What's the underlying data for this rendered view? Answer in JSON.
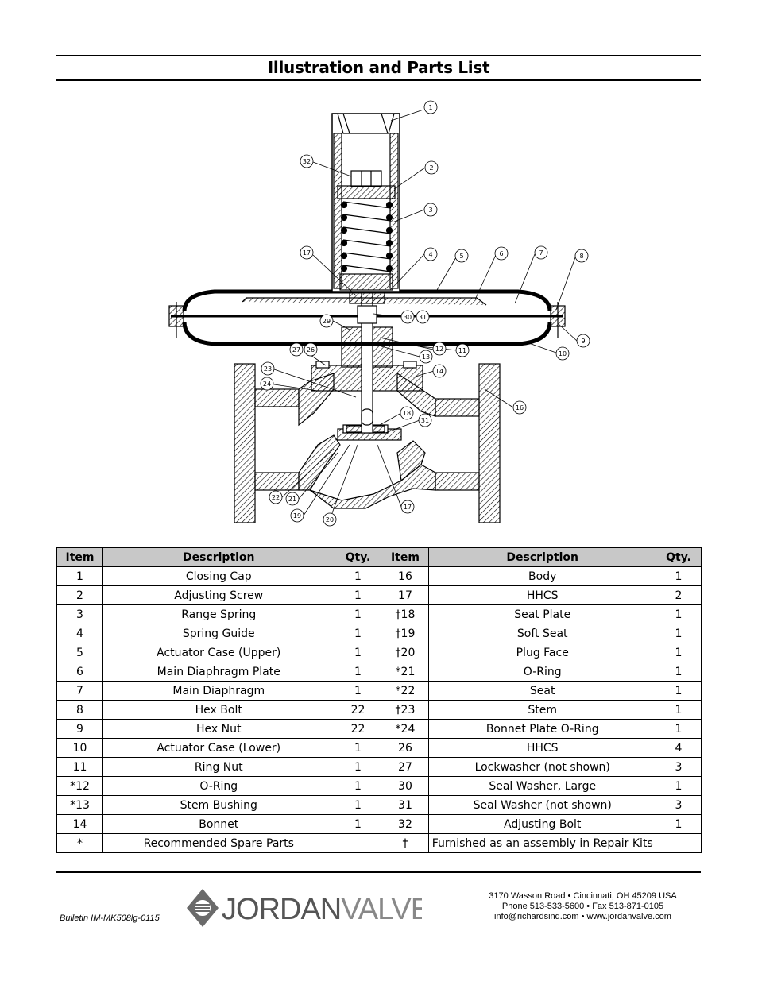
{
  "header": {
    "title": "Illustration and Parts List"
  },
  "diagram": {
    "callouts": [
      "1",
      "2",
      "3",
      "4",
      "5",
      "6",
      "7",
      "8",
      "9",
      "10",
      "11",
      "12",
      "13",
      "14",
      "16",
      "17",
      "18",
      "19",
      "20",
      "21",
      "22",
      "23",
      "24",
      "26",
      "27",
      "29",
      "30",
      "31",
      "31",
      "32",
      "17"
    ]
  },
  "table": {
    "headers": [
      "Item",
      "Description",
      "Qty.",
      "Item",
      "Description",
      "Qty."
    ],
    "rows": [
      [
        "1",
        "Closing Cap",
        "1",
        "16",
        "Body",
        "1"
      ],
      [
        "2",
        "Adjusting Screw",
        "1",
        "17",
        "HHCS",
        "2"
      ],
      [
        "3",
        "Range Spring",
        "1",
        "†18",
        "Seat Plate",
        "1"
      ],
      [
        "4",
        "Spring Guide",
        "1",
        "†19",
        "Soft Seat",
        "1"
      ],
      [
        "5",
        "Actuator Case (Upper)",
        "1",
        "†20",
        "Plug Face",
        "1"
      ],
      [
        "6",
        "Main Diaphragm Plate",
        "1",
        "*21",
        "O-Ring",
        "1"
      ],
      [
        "7",
        "Main Diaphragm",
        "1",
        "*22",
        "Seat",
        "1"
      ],
      [
        "8",
        "Hex Bolt",
        "22",
        "†23",
        "Stem",
        "1"
      ],
      [
        "9",
        "Hex Nut",
        "22",
        "*24",
        "Bonnet Plate O-Ring",
        "1"
      ],
      [
        "10",
        "Actuator Case (Lower)",
        "1",
        "26",
        "HHCS",
        "4"
      ],
      [
        "11",
        "Ring Nut",
        "1",
        "27",
        "Lockwasher (not shown)",
        "3"
      ],
      [
        "*12",
        "O-Ring",
        "1",
        "30",
        "Seal Washer, Large",
        "1"
      ],
      [
        "*13",
        "Stem Bushing",
        "1",
        "31",
        "Seal Washer (not shown)",
        "3"
      ],
      [
        "14",
        "Bonnet",
        "1",
        "32",
        "Adjusting Bolt",
        "1"
      ],
      [
        "*",
        "Recommended Spare Parts",
        "",
        "†",
        "Furnished as an assembly in Repair Kits",
        ""
      ]
    ]
  },
  "footer": {
    "bulletin": "Bulletin IM-MK508lg-0115",
    "logo": {
      "text_bold": "JORDAN",
      "text_light": "VALVE",
      "icon": "jordan-valve-logo-icon"
    },
    "address": "3170 Wasson Road  •  Cincinnati, OH  45209  USA",
    "phone": "Phone 513-533-5600  •  Fax 513-871-0105",
    "web": "info@richardsind.com  •  www.jordanvalve.com"
  }
}
